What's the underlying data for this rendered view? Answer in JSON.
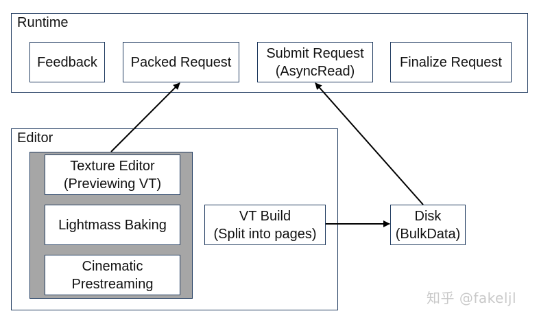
{
  "runtime": {
    "title": "Runtime",
    "nodes": {
      "feedback": "Feedback",
      "packed_request": "Packed Request",
      "submit_request": "Submit Request\n(AsyncRead)",
      "finalize_request": "Finalize Request"
    }
  },
  "editor": {
    "title": "Editor",
    "nodes": {
      "texture_editor": "Texture Editor\n(Previewing VT)",
      "lightmass_baking": "Lightmass Baking",
      "cinematic_prestreaming": "Cinematic\nPrestreaming",
      "vt_build": "VT Build\n(Split into pages)"
    }
  },
  "disk": {
    "label": "Disk\n(BulkData)"
  },
  "watermark": "知乎 @fakeljl",
  "colors": {
    "border": "#1f3a5f",
    "panel": "#a6a6a6",
    "arrow": "#000000"
  }
}
